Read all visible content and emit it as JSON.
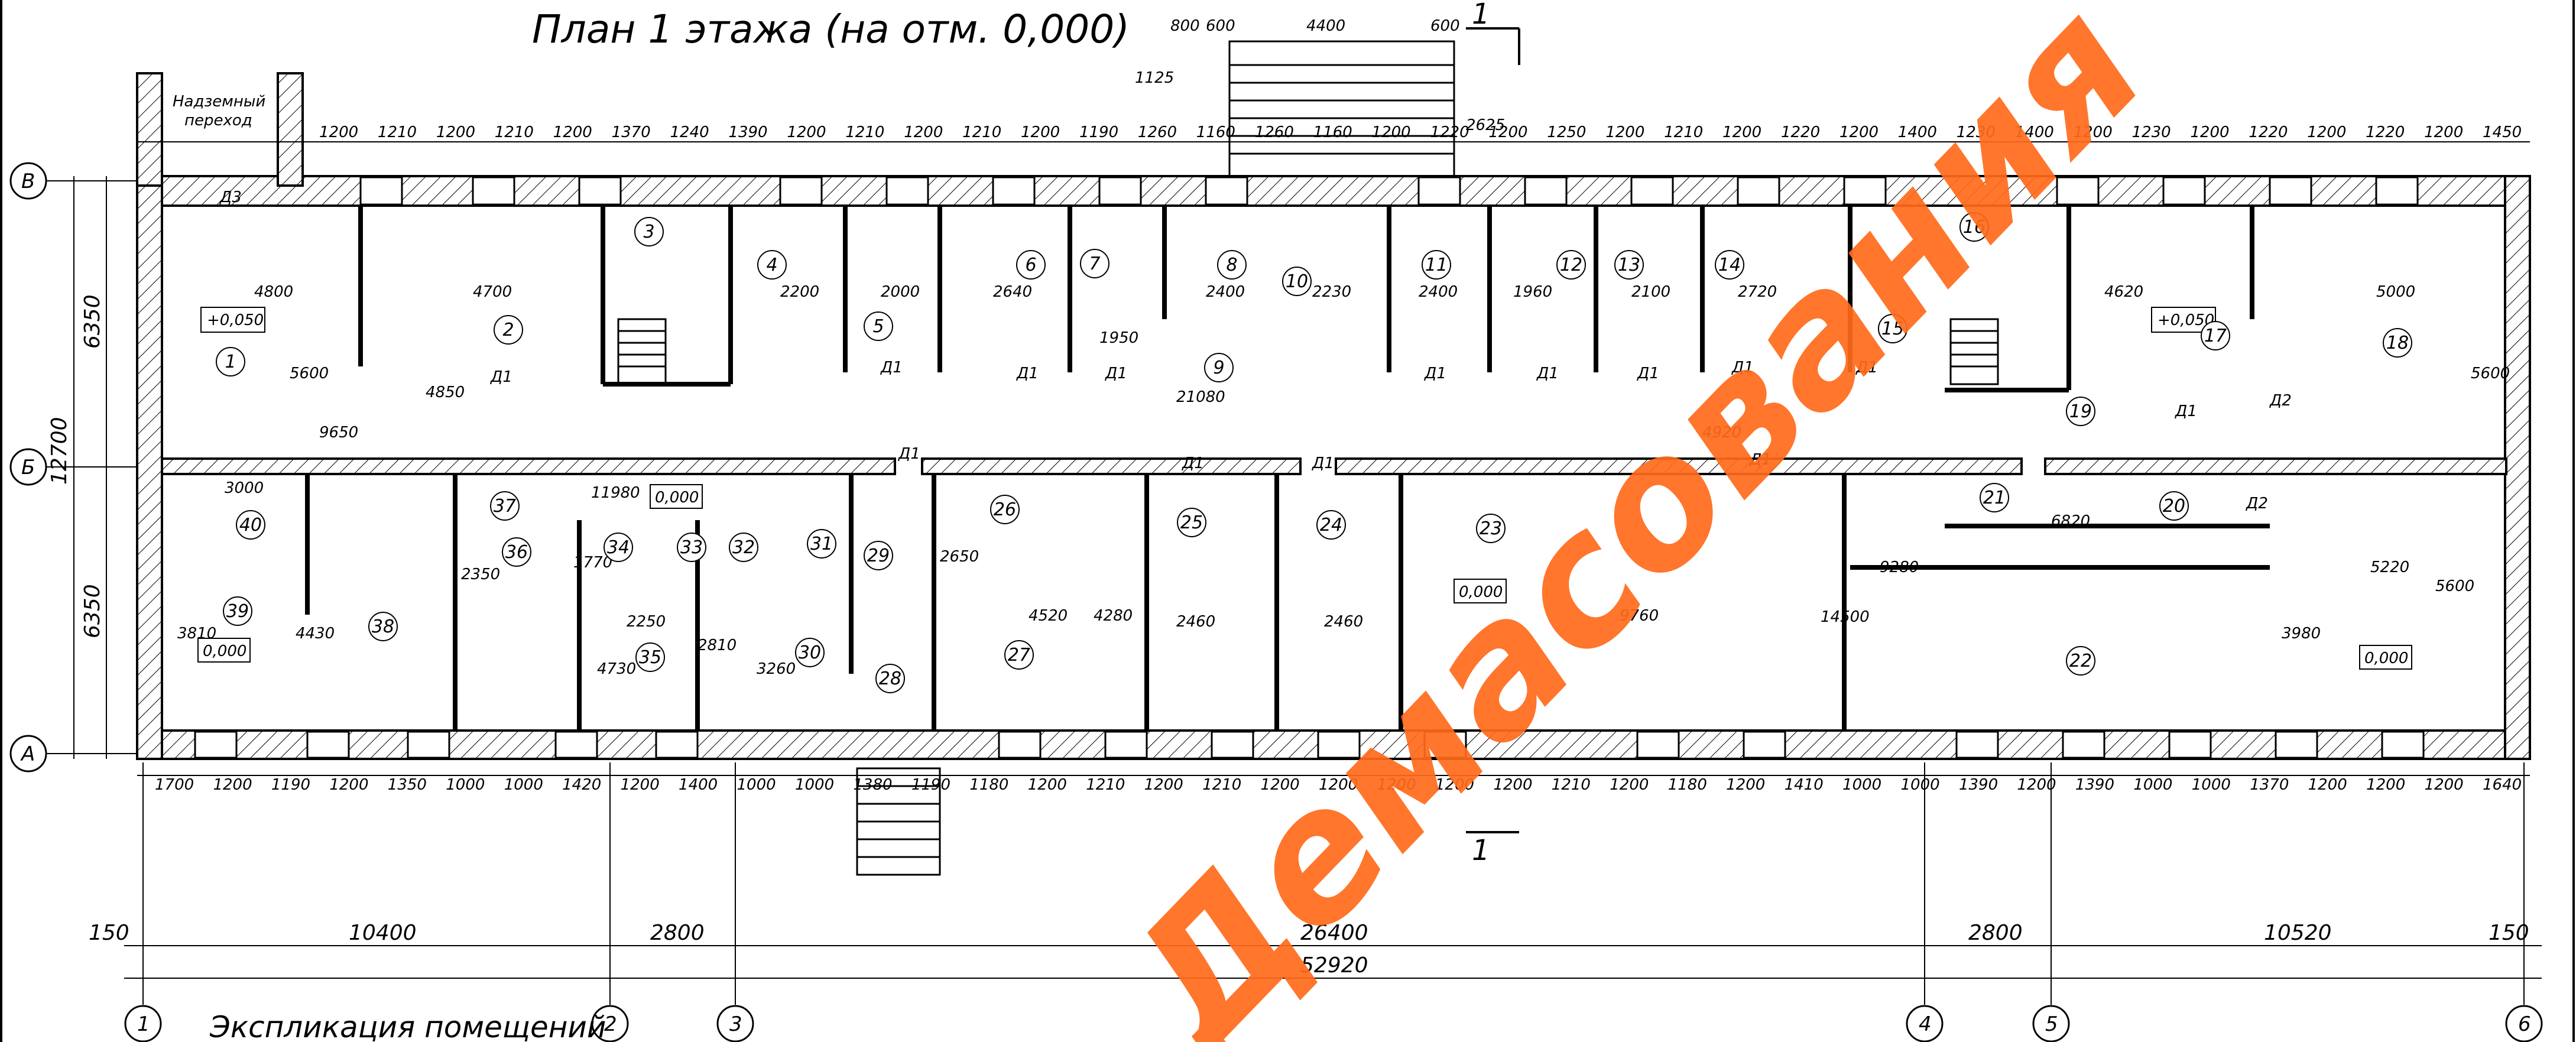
{
  "title": "План 1 этажа (на отм. 0,000)",
  "watermark": "Демасования",
  "watermark_color": "#ff6a1a",
  "legend_title": "Экспликация помещений",
  "bridge_label": [
    "Надземный",
    "переход"
  ],
  "section_mark": "1",
  "axes": {
    "rows": [
      "В",
      "Б",
      "А"
    ],
    "cols": [
      "1",
      "2",
      "3",
      "4",
      "5",
      "6"
    ]
  },
  "overall_dims": {
    "height_total": "12700",
    "height_parts": [
      "6350",
      "6350"
    ],
    "bottom_chain": [
      "150",
      "10400",
      "2800",
      "26400",
      "2800",
      "10520",
      "150"
    ],
    "length_total": "52920"
  },
  "levels": [
    "+0,050",
    "0,000",
    "+0,050",
    "0,000",
    "0,000",
    "0,000"
  ],
  "doors": [
    "Д1",
    "Д2",
    "Д3"
  ],
  "rooms": [
    "1",
    "2",
    "3",
    "4",
    "5",
    "6",
    "7",
    "8",
    "9",
    "10",
    "11",
    "12",
    "13",
    "14",
    "15",
    "16",
    "17",
    "18",
    "19",
    "20",
    "21",
    "22",
    "23",
    "24",
    "25",
    "26",
    "27",
    "28",
    "29",
    "30",
    "31",
    "32",
    "33",
    "34",
    "35",
    "36",
    "37",
    "38",
    "39",
    "40"
  ],
  "top_dims": [
    "1200",
    "1210",
    "1200",
    "1210",
    "1200",
    "1370",
    "1240",
    "1390",
    "1200",
    "1210",
    "1200",
    "1210",
    "1200",
    "1190",
    "1260",
    "1160",
    "1260",
    "1160",
    "1200",
    "1220",
    "1200",
    "1250",
    "1200",
    "1210",
    "1200",
    "1220",
    "1200",
    "1400",
    "1230",
    "1400",
    "1200",
    "1230",
    "1200",
    "1220",
    "1200",
    "1220",
    "1200",
    "1450"
  ],
  "top_stair_dims": [
    "800",
    "600",
    "4400",
    "600",
    "1125",
    "2625"
  ],
  "bottom_dims": [
    "1700",
    "1200",
    "1190",
    "1200",
    "1350",
    "1000",
    "1000",
    "1420",
    "1200",
    "1400",
    "1000",
    "1000",
    "1380",
    "1190",
    "1180",
    "1200",
    "1210",
    "1200",
    "1210",
    "1200",
    "1200",
    "1200",
    "1200",
    "1200",
    "1210",
    "1200",
    "1180",
    "1200",
    "1410",
    "1000",
    "1000",
    "1390",
    "1200",
    "1390",
    "1000",
    "1000",
    "1370",
    "1200",
    "1200",
    "1200",
    "1640"
  ],
  "inner_dims": [
    "4800",
    "5600",
    "4700",
    "4850",
    "9650",
    "11980",
    "2200",
    "2000",
    "2640",
    "1950",
    "2400",
    "2230",
    "21080",
    "2400",
    "1960",
    "2100",
    "2720",
    "4920",
    "4620",
    "5000",
    "5600",
    "3000",
    "4430",
    "3810",
    "2350",
    "1770",
    "2250",
    "4730",
    "2810",
    "3260",
    "2650",
    "4520",
    "4280",
    "2460",
    "2460",
    "9760",
    "9280",
    "14500",
    "5220",
    "6820",
    "3980",
    "5600"
  ]
}
